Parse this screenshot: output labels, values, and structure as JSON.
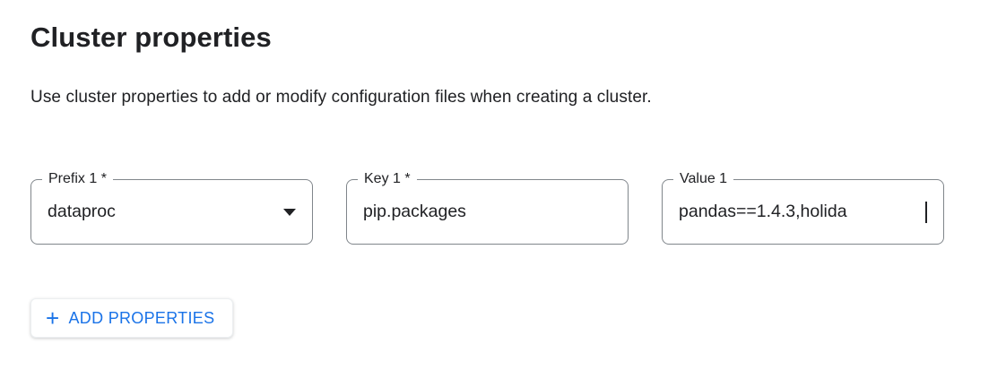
{
  "page": {
    "title": "Cluster properties",
    "description": "Use cluster properties to add or modify configuration files when creating a cluster."
  },
  "fields": {
    "prefix": {
      "label": "Prefix 1 *",
      "value": "dataproc"
    },
    "key": {
      "label": "Key 1 *",
      "value": "pip.packages"
    },
    "value": {
      "label": "Value 1",
      "value": "pandas==1.4.3,holida"
    }
  },
  "buttons": {
    "add_properties": {
      "icon": "+",
      "label": "ADD PROPERTIES"
    }
  },
  "icons": {
    "dropdown_arrow": "dropdown-arrow-icon",
    "text_caret": "text-caret"
  },
  "colors": {
    "accent": "#1a73e8",
    "text": "#202124",
    "field_border": "#80868b",
    "background": "#ffffff"
  }
}
